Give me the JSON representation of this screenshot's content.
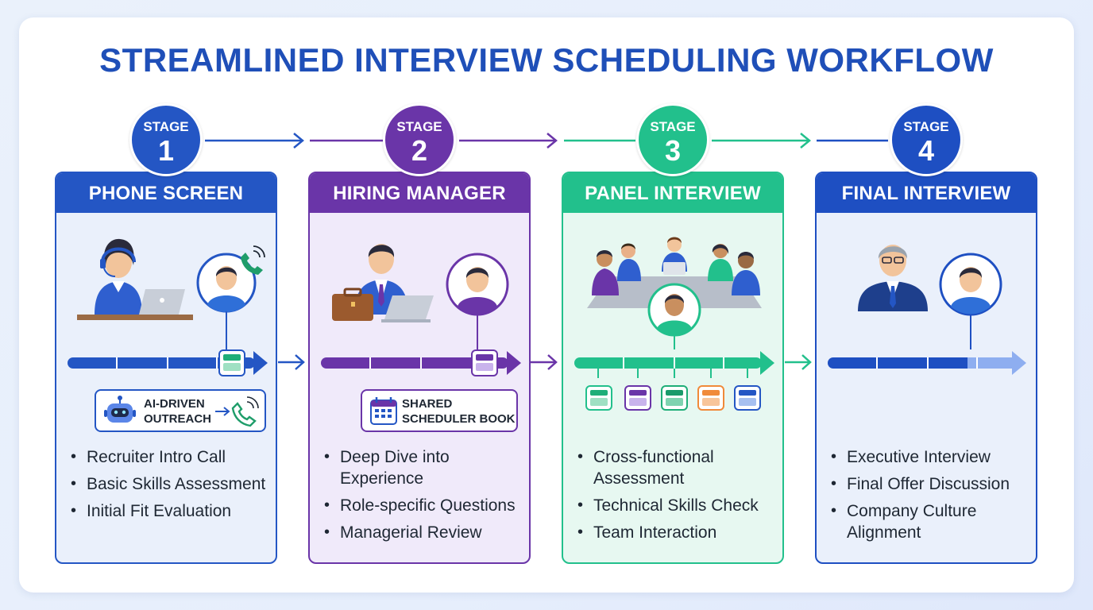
{
  "title": "STREAMLINED INTERVIEW SCHEDULING WORKFLOW",
  "colors": {
    "blue": "#2456c4",
    "purple": "#6a35a8",
    "green": "#22c08c",
    "darkblue": "#1e4fc2",
    "orange": "#f08a3a"
  },
  "stages": [
    {
      "stage_label": "STAGE",
      "number": "1",
      "heading": "PHONE SCREEN",
      "callout": {
        "line1": "AI-DRIVEN",
        "line2": "OUTREACH",
        "icon": "robot-icon"
      },
      "bullets": [
        "Recruiter Intro Call",
        "Basic Skills Assessment",
        "Initial Fit Evaluation"
      ]
    },
    {
      "stage_label": "STAGE",
      "number": "2",
      "heading": "HIRING MANAGER",
      "callout": {
        "line1": "SHARED",
        "line2": "SCHEDULER BOOK",
        "icon": "calendar-icon"
      },
      "bullets": [
        "Deep Dive into Experience",
        "Role-specific Questions",
        "Managerial Review"
      ]
    },
    {
      "stage_label": "STAGE",
      "number": "3",
      "heading": "PANEL INTERVIEW",
      "bullets": [
        "Cross-functional Assessment",
        "Technical Skills Check",
        "Team Interaction"
      ]
    },
    {
      "stage_label": "STAGE",
      "number": "4",
      "heading": "FINAL INTERVIEW",
      "bullets": [
        "Executive Interview",
        "Final Offer Discussion",
        "Company Culture Alignment"
      ]
    }
  ]
}
